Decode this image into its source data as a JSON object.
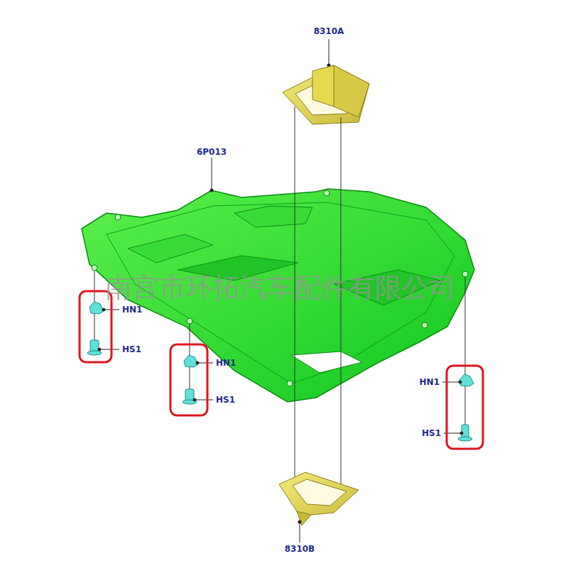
{
  "diagram": {
    "labels": [
      "8310A",
      "6P013",
      "HN1",
      "HS1",
      "HN1",
      "HS1",
      "HN1",
      "HS1",
      "8310B",
      "南宫市环拓汽车配件有限公司"
    ]
  }
}
